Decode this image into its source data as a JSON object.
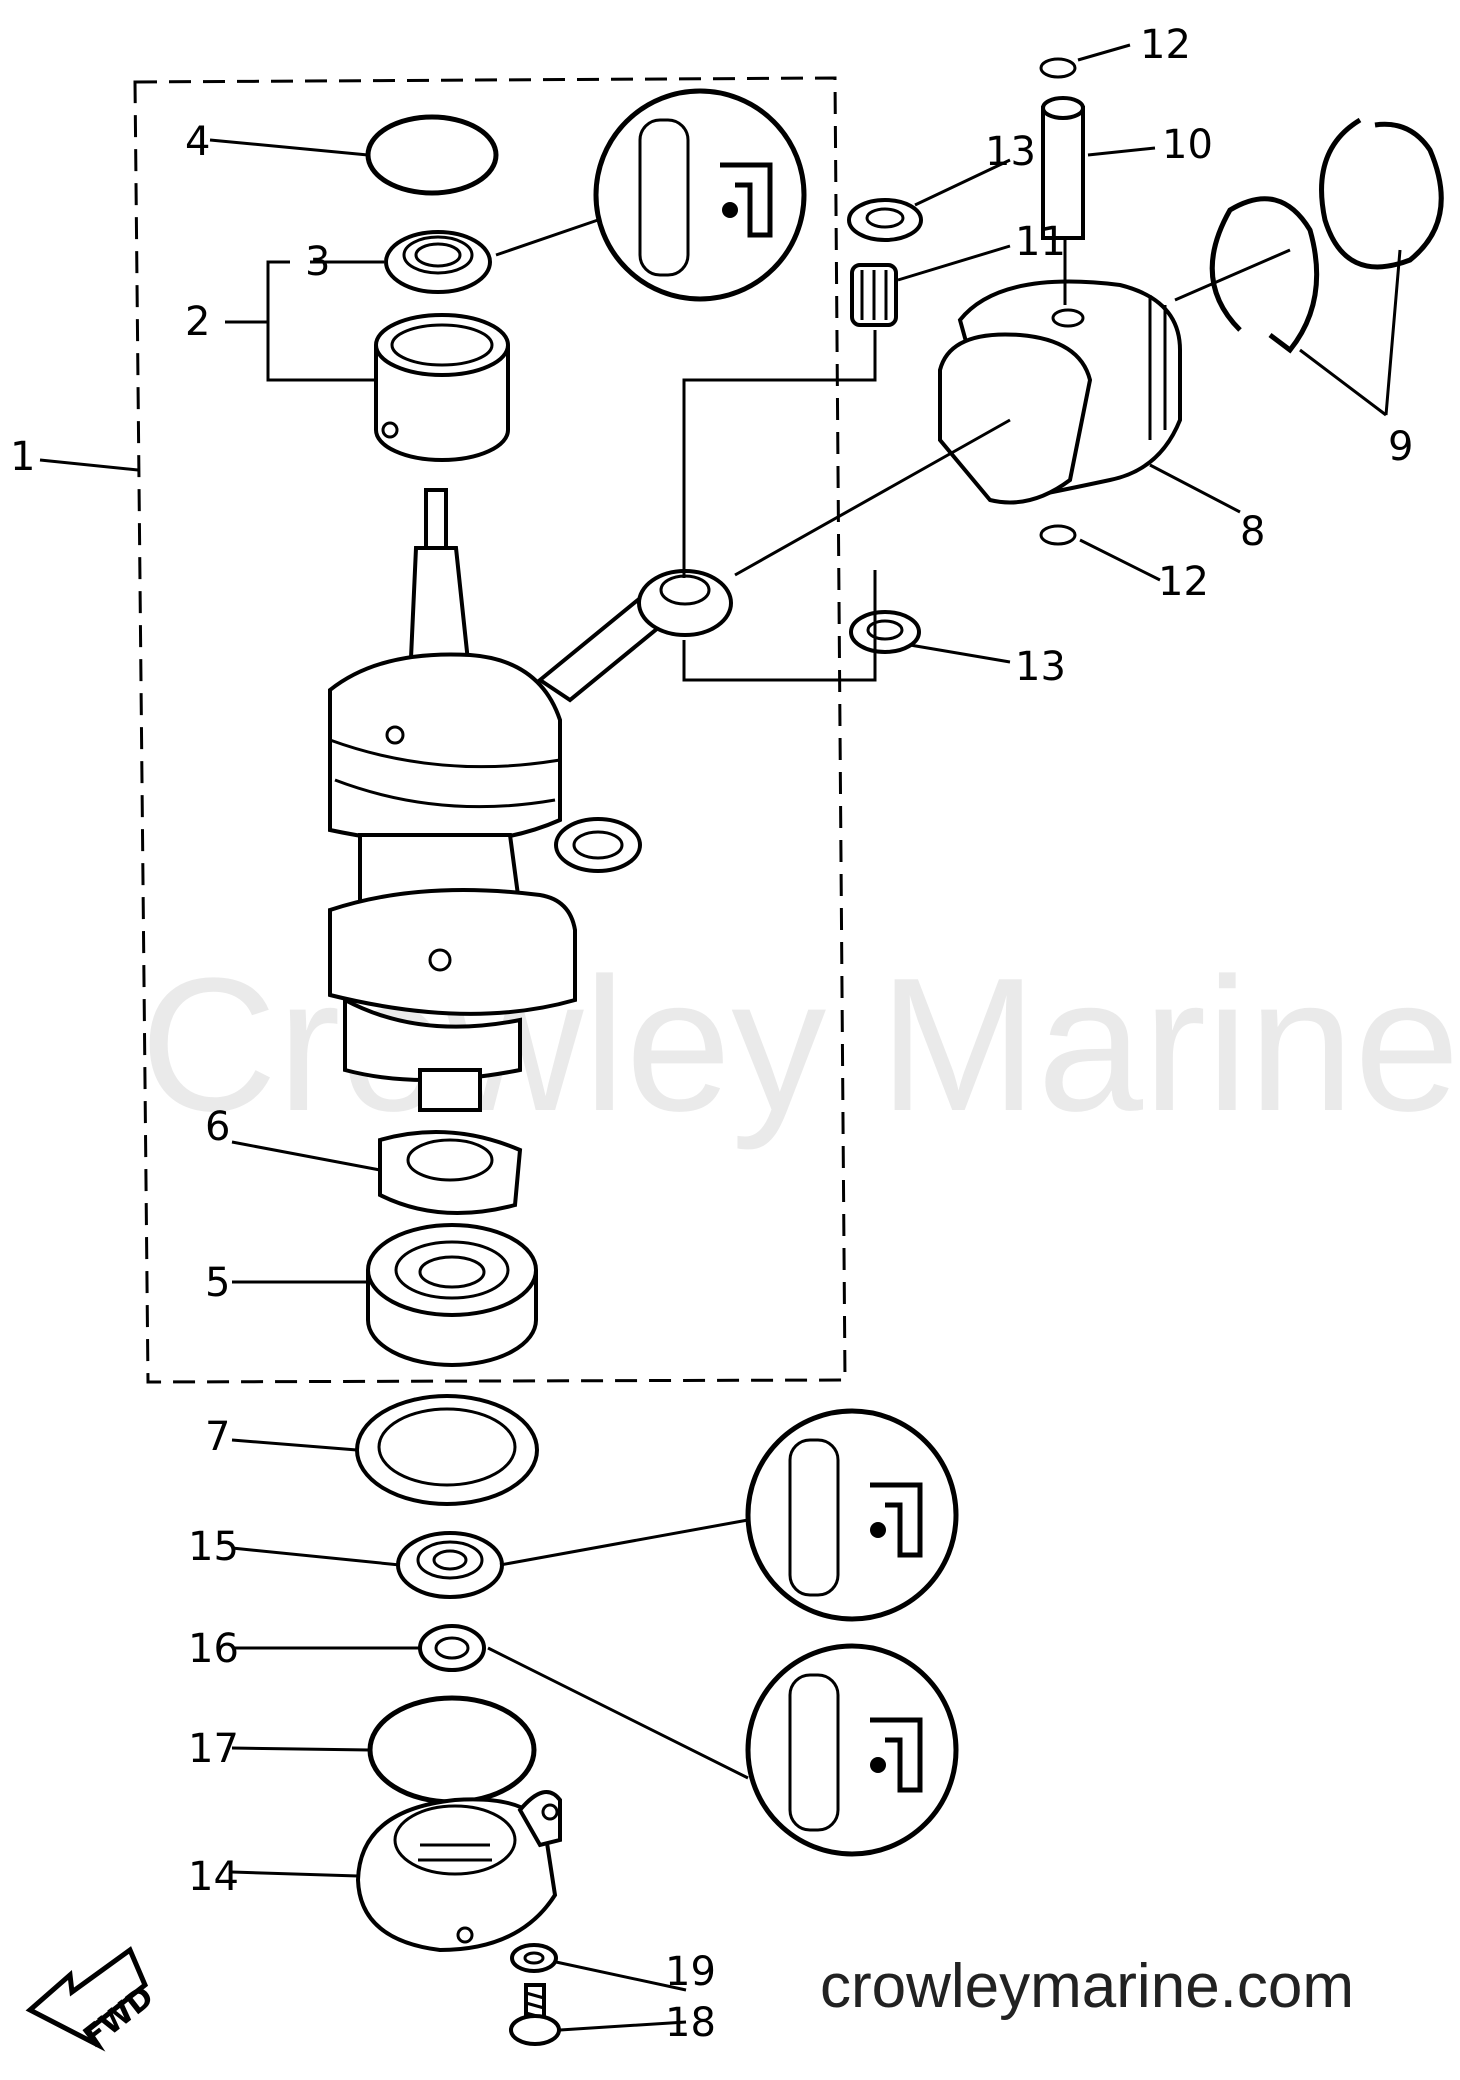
{
  "watermark": "Crowley Marine",
  "site_url": "crowleymarine.com",
  "direction_label": "FWD",
  "callouts": {
    "c1": "1",
    "c2": "2",
    "c3": "3",
    "c4": "4",
    "c5": "5",
    "c6": "6",
    "c7": "7",
    "c8": "8",
    "c9": "9",
    "c10": "10",
    "c11": "11",
    "c12a": "12",
    "c12b": "12",
    "c13a": "13",
    "c13b": "13",
    "c14": "14",
    "c15": "15",
    "c16": "16",
    "c17": "17",
    "c18": "18",
    "c19": "19"
  }
}
